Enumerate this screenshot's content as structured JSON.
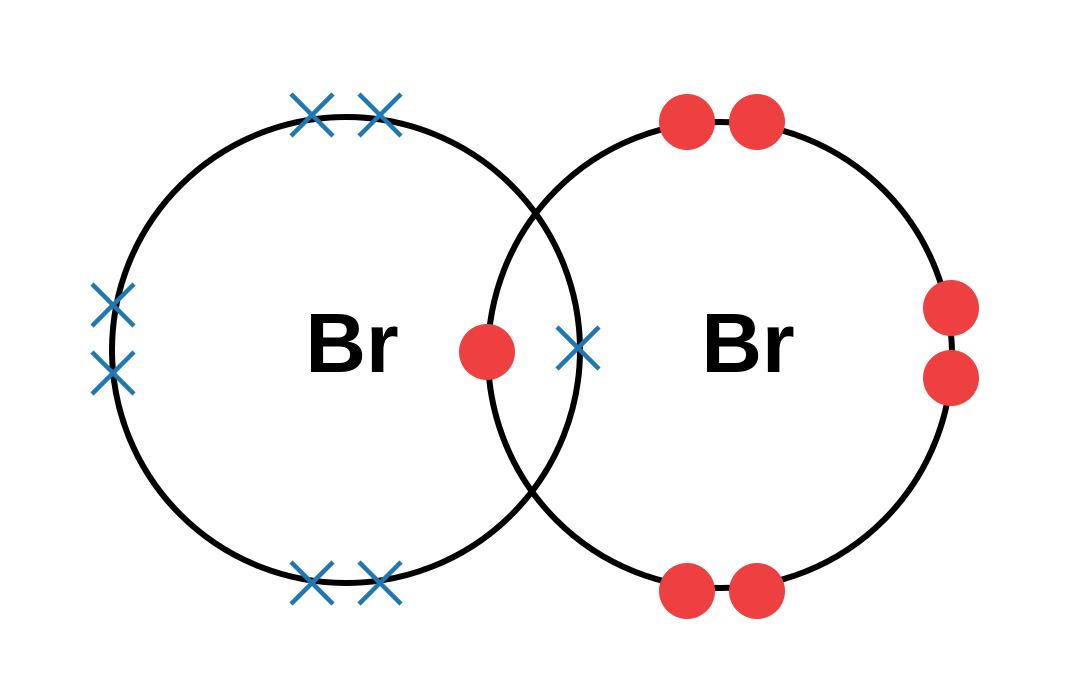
{
  "atoms": [
    {
      "symbol": "Br",
      "electron_marker": "cross",
      "electron_count": 7
    },
    {
      "symbol": "Br",
      "electron_marker": "dot",
      "electron_count": 7
    }
  ],
  "colors": {
    "shell": "#000000",
    "symbol": "#000000",
    "cross_electron": "#1f77b4",
    "dot_electron": "#ee4040"
  },
  "icons": {
    "cross_electron": "cross-electron-icon",
    "dot_electron": "dot-electron-icon"
  }
}
